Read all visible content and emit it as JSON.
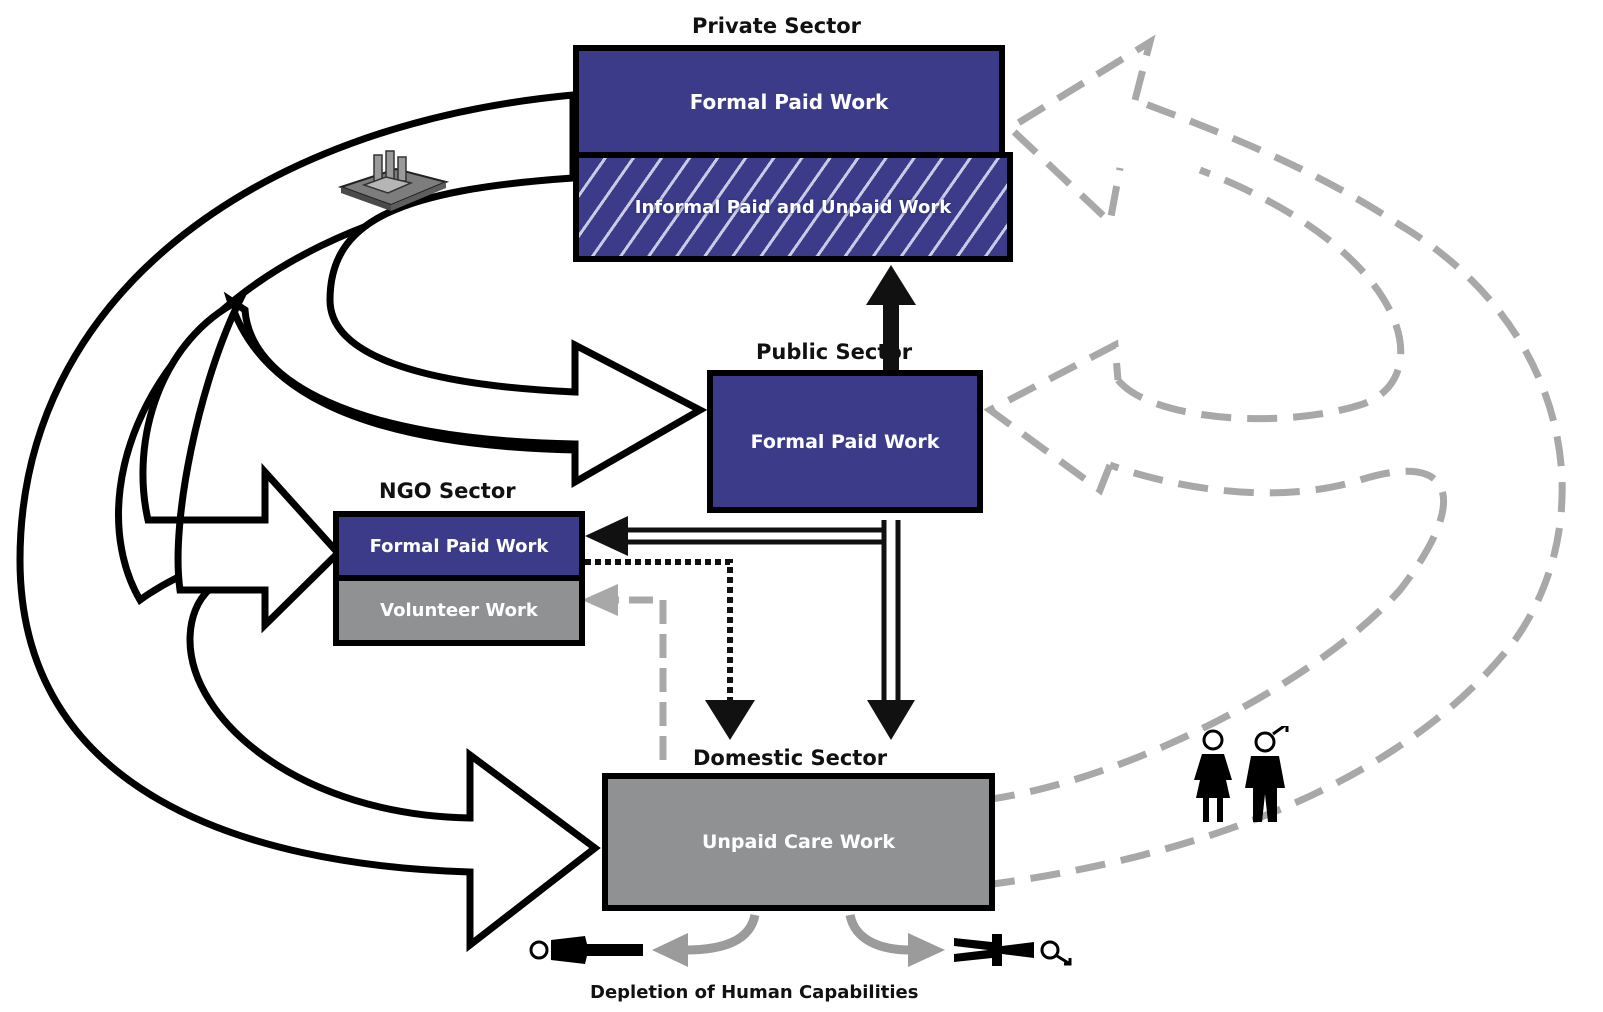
{
  "sectors": {
    "private": {
      "title": "Private Sector",
      "formal": "Formal Paid Work",
      "informal": "Informal Paid and Unpaid Work"
    },
    "public": {
      "title": "Public Sector",
      "formal": "Formal Paid Work"
    },
    "ngo": {
      "title": "NGO Sector",
      "formal": "Formal Paid Work",
      "volunteer": "Volunteer Work"
    },
    "domestic": {
      "title": "Domestic Sector",
      "unpaid": "Unpaid Care Work"
    }
  },
  "footer": {
    "depletion": "Depletion of Human Capabilities"
  },
  "icons": [
    "factory-icon",
    "woman-icon",
    "man-icon",
    "fallen-woman-icon",
    "fallen-man-icon"
  ],
  "colors": {
    "navy": "#3b3b8a",
    "grey_box": "#8f9193",
    "dashed_arrow": "#a8a8a8",
    "outline": "#000000"
  }
}
